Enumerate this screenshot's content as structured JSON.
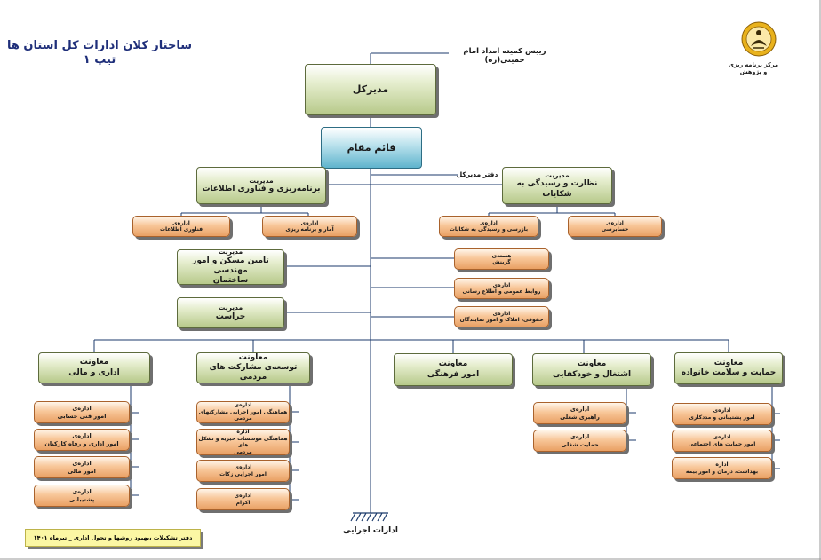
{
  "title_line1": "ساختار کلان ادارات کل استان ها",
  "title_line2": "تیپ ۱",
  "logo_text": "مرکز برنامه ریزی و پژوهش",
  "top_label": "رییس کمیته امداد امام خمینی(ره)",
  "director_general": "مدیرکل",
  "deputy": "قائم مقام",
  "office_label": "دفتر مدیرکل",
  "mgmt_planning": {
    "l1": "مدیریت",
    "l2": "برنامه‌ریزی و فناوری اطلاعات"
  },
  "mgmt_inspection": {
    "l1": "مدیریت",
    "l2": "نظارت و رسیدگی به شکایات"
  },
  "mgmt_housing": {
    "l1": "مدیریت",
    "l2": "تامین مسکن و امور مهندسی",
    "l3": "ساختمان"
  },
  "mgmt_security": {
    "l1": "مدیریت",
    "l2": "حراست"
  },
  "off_it": {
    "l1": "اداره‌ی",
    "l2": "فناوری اطلاعات"
  },
  "off_stats": {
    "l1": "اداره‌ی",
    "l2": "آمار و برنامه ریزی"
  },
  "off_complaints": {
    "l1": "اداره‌ی",
    "l2": "بازرسی و رسیدگی به شکایات"
  },
  "off_audit": {
    "l1": "اداره‌ی",
    "l2": "حسابرسی"
  },
  "sec_selection": {
    "l1": "هسته‌ی",
    "l2": "گزینش"
  },
  "off_pr": {
    "l1": "اداره‌ی",
    "l2": "روابط عمومی و اطلاع رسانی"
  },
  "off_legal": {
    "l1": "اداره‌ی",
    "l2": "حقوقی، املاک و امور نمایندگان"
  },
  "dep_admin": {
    "l1": "معاونت",
    "l2": "اداری و مالی"
  },
  "dep_participation": {
    "l1": "معاونت",
    "l2": "توسعه‌ی مشارکت های مردمی"
  },
  "dep_culture": {
    "l1": "معاونت",
    "l2": "امور فرهنگی"
  },
  "dep_employment": {
    "l1": "معاونت",
    "l2": "اشتغال و خودکفایی"
  },
  "dep_family": {
    "l1": "معاونت",
    "l2": "حمایت و سلامت خانواده"
  },
  "admin_offices": [
    {
      "l1": "اداره‌ی",
      "l2": "امور فنی حسابی"
    },
    {
      "l1": "اداره‌ی",
      "l2": "امور اداری و رفاه کارکنان"
    },
    {
      "l1": "اداره‌ی",
      "l2": "امور مالی"
    },
    {
      "l1": "اداره‌ی",
      "l2": "پشتیبانی"
    }
  ],
  "participation_offices": [
    {
      "l1": "اداره‌ی",
      "l2": "هماهنگی امور اجرایی مشارکتهای مردمی"
    },
    {
      "l1": "اداره",
      "l2": "هماهنگی موسسات خیریه و تشکل های",
      "l3": "مردمی"
    },
    {
      "l1": "اداره‌ی",
      "l2": "امور اجرایی زکات"
    },
    {
      "l1": "اداره‌ی",
      "l2": "اکرام"
    }
  ],
  "employment_offices": [
    {
      "l1": "اداره‌ی",
      "l2": "راهبری شغلی"
    },
    {
      "l1": "اداره‌ی",
      "l2": "حمایت شغلی"
    }
  ],
  "family_offices": [
    {
      "l1": "اداره‌ی",
      "l2": "امور پشتیبانی و مددکاری"
    },
    {
      "l1": "اداره‌ی",
      "l2": "امور حمایت های اجتماعی"
    },
    {
      "l1": "اداره",
      "l2": "بهداشت، درمان و امور بیمه"
    }
  ],
  "executive_offices": "ادارات اجرایی",
  "footer_note": "دفتر تشکیلات ،بهبود روشها و تحول اداری _ تیرماه ۱۴۰۱",
  "colors": {
    "green_box": "#b7c98a",
    "orange_box": "#e9a064",
    "blue_box": "#5fb4cd",
    "lines": "#1b3a6b",
    "note_bg": "#fbf7a4",
    "title": "#1f2f7a"
  }
}
